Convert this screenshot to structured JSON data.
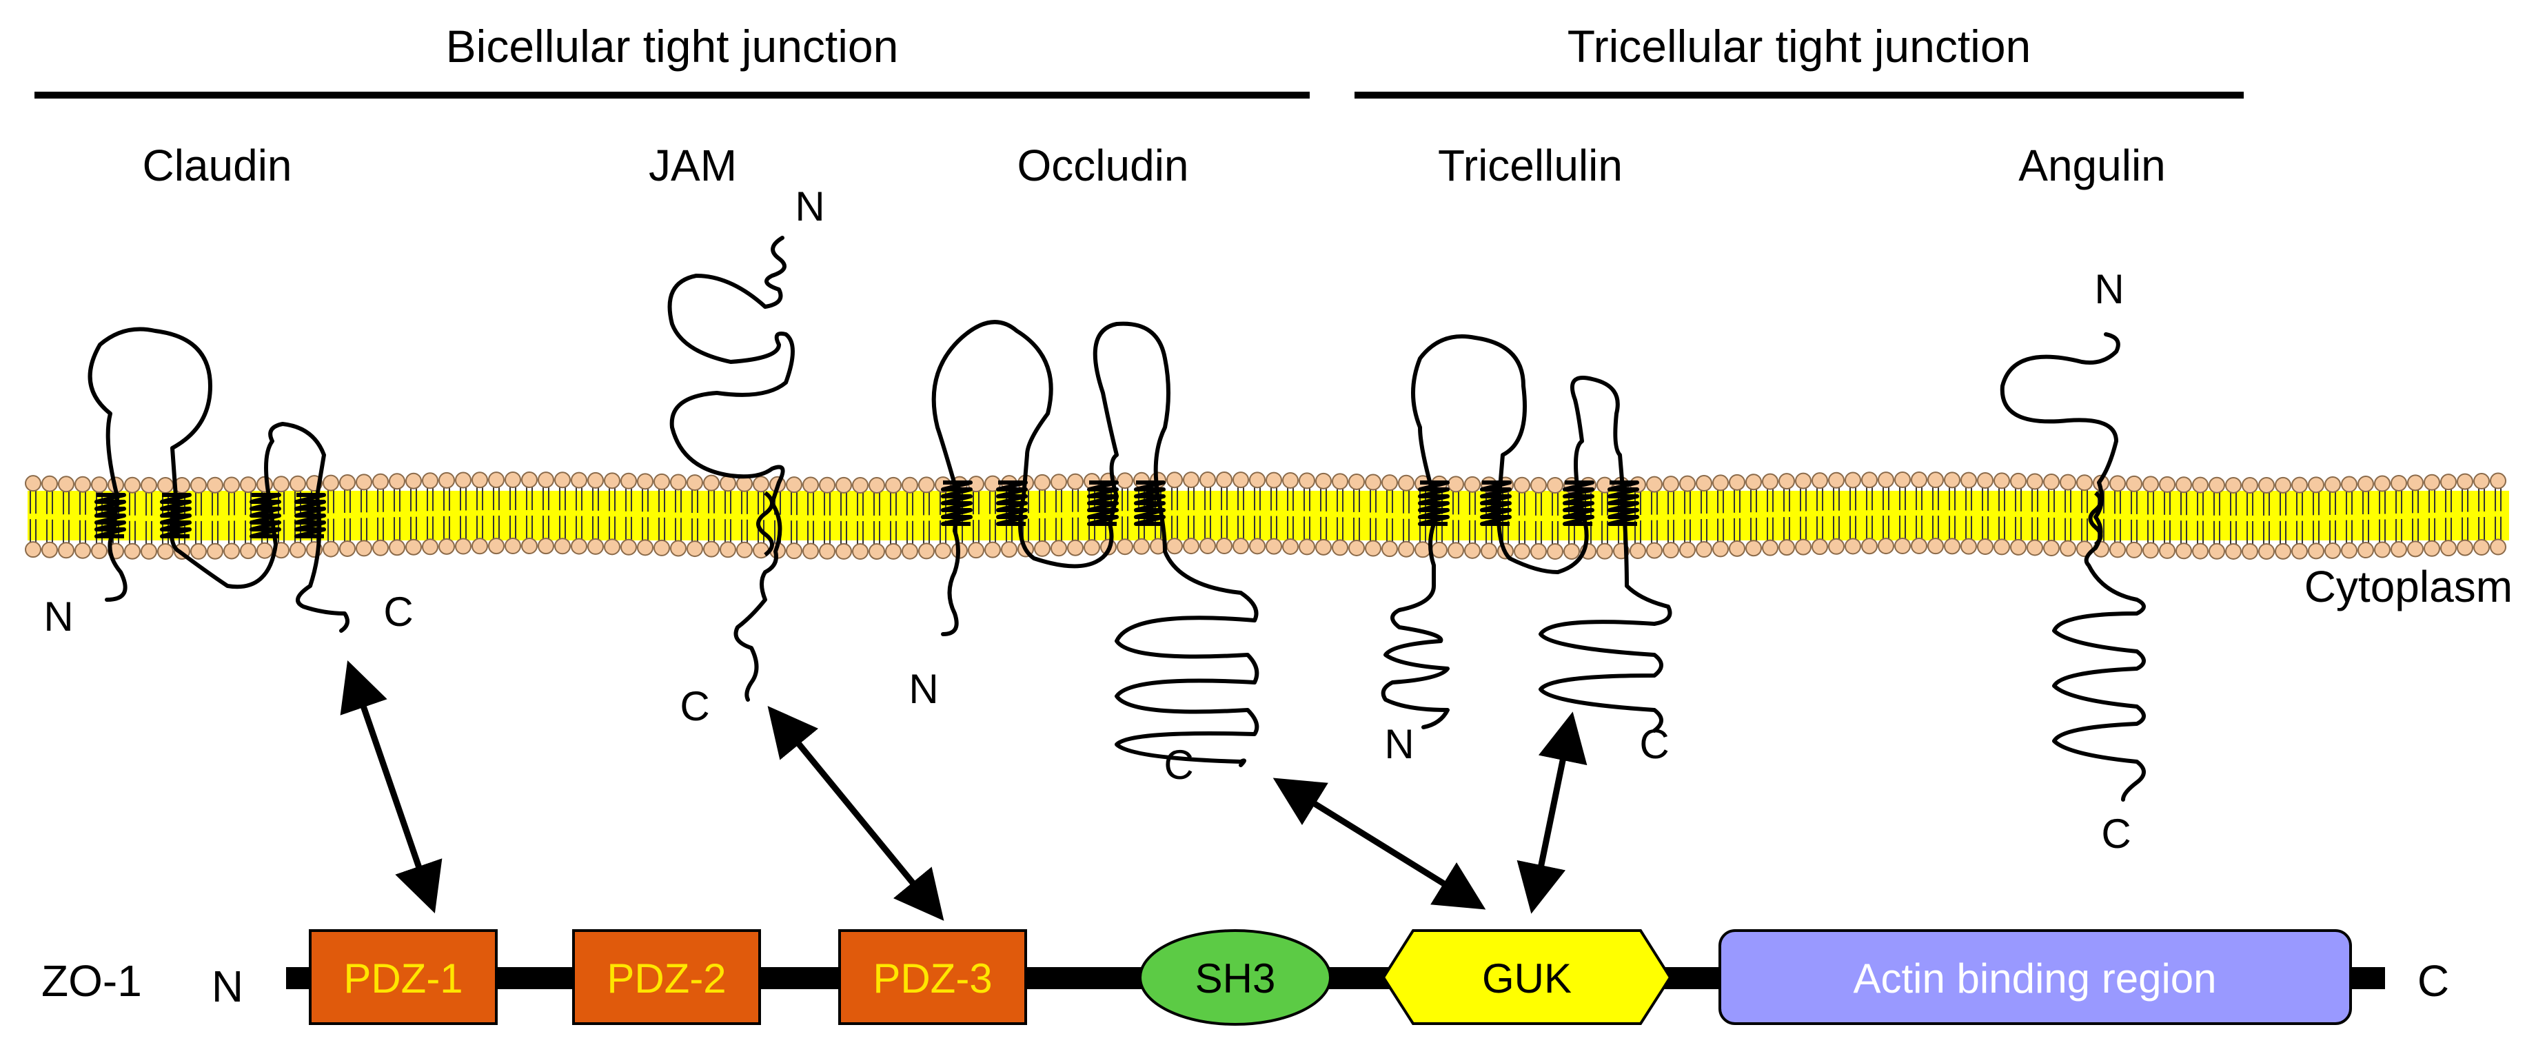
{
  "headers": {
    "bicellular": "Bicellular tight junction",
    "tricellular": "Tricellular tight junction"
  },
  "proteins": {
    "claudin": "Claudin",
    "jam": "JAM",
    "occludin": "Occludin",
    "tricellulin": "Tricellulin",
    "angulin": "Angulin"
  },
  "terminals": {
    "n": "N",
    "c": "C"
  },
  "cytoplasm_label": "Cytoplasm",
  "zo1": {
    "label": "ZO-1",
    "n_terminal": "N",
    "c_terminal": "C",
    "domains": [
      {
        "name": "PDZ-1",
        "color": "#E05A0C",
        "text_color": "#FFE600"
      },
      {
        "name": "PDZ-2",
        "color": "#E05A0C",
        "text_color": "#FFE600"
      },
      {
        "name": "PDZ-3",
        "color": "#E05A0C",
        "text_color": "#FFE600"
      },
      {
        "name": "SH3",
        "color": "#5CCB45",
        "text_color": "#000000"
      },
      {
        "name": "GUK",
        "color": "#FFFF00",
        "text_color": "#000000"
      },
      {
        "name": "Actin binding region",
        "color": "#9999FF",
        "text_color": "#FFFFFF"
      }
    ]
  },
  "colors": {
    "membrane_tail": "#FFFF00",
    "membrane_head": "#F5C9A0"
  }
}
